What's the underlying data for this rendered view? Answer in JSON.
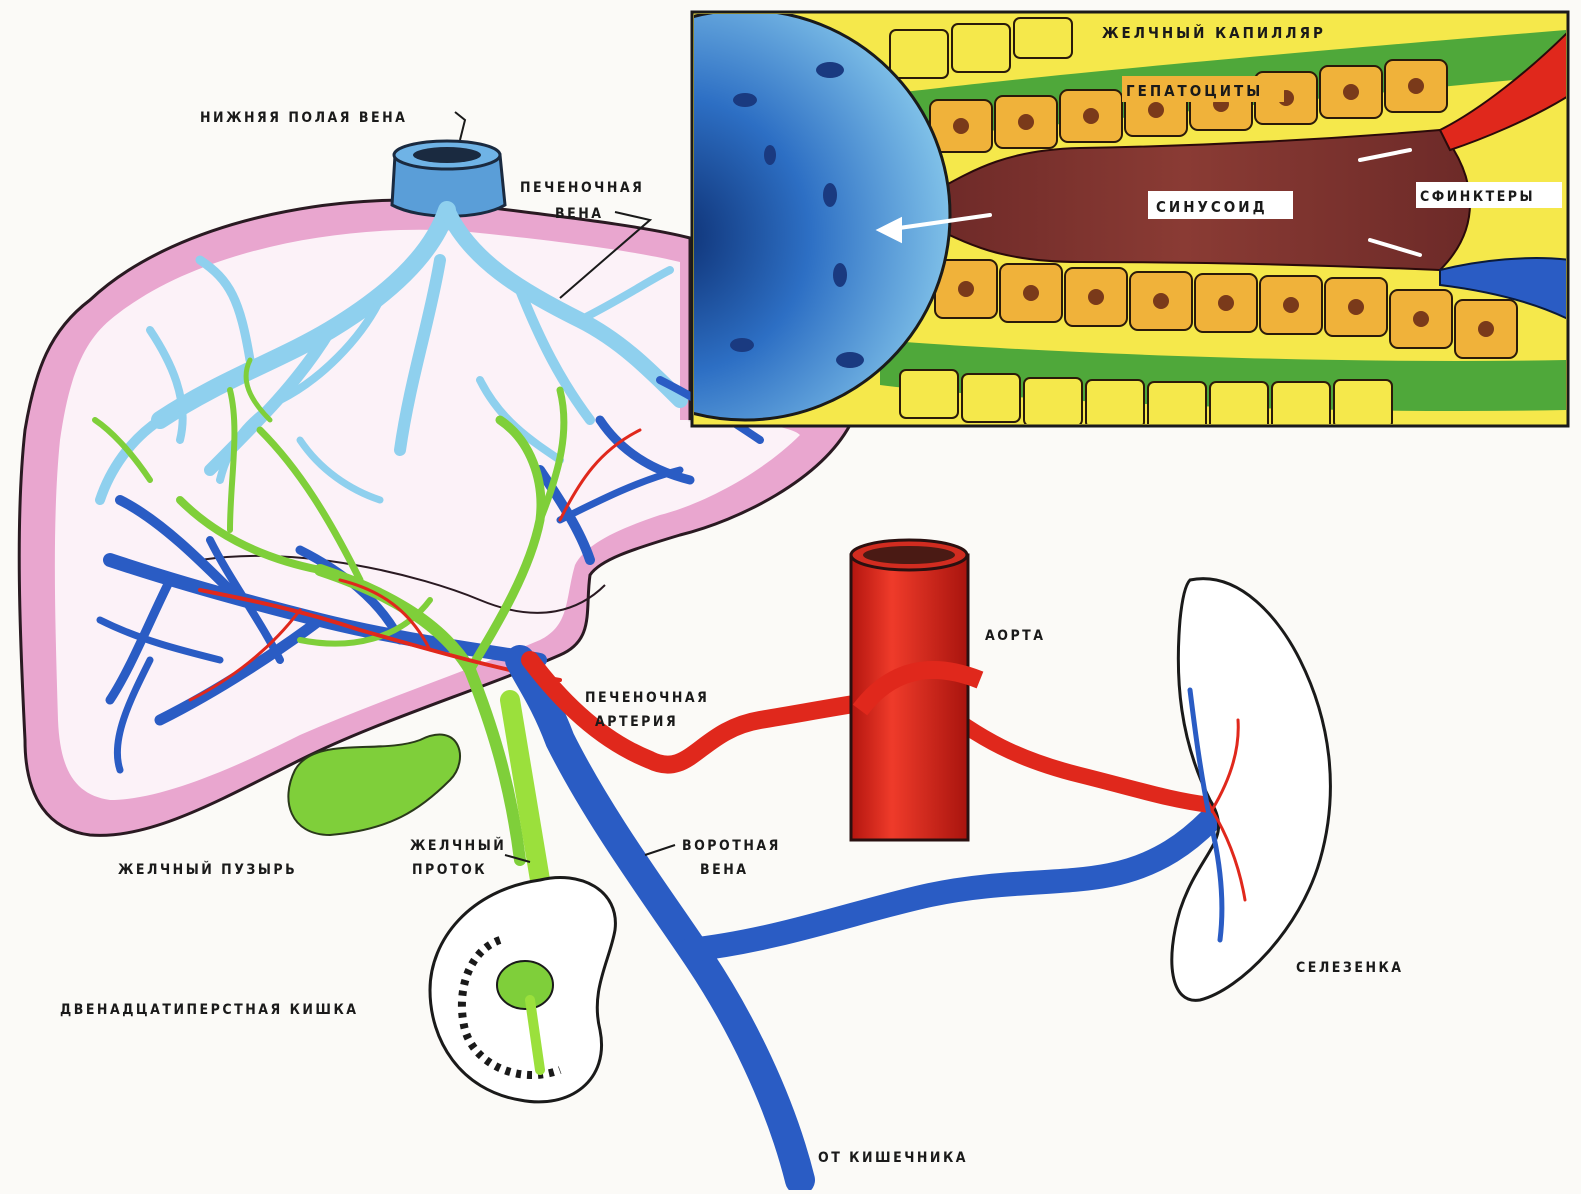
{
  "diagram": {
    "labels": {
      "ivc": "НИЖНЯЯ ПОЛАЯ ВЕНА",
      "hepatic_vein_1": "ПЕЧЕНОЧНАЯ",
      "hepatic_vein_2": "ВЕНА",
      "bile_capillary": "ЖЕЛЧНЫЙ КАПИЛЛЯР",
      "hepatocytes": "ГЕПАТОЦИТЫ",
      "sinusoid": "СИНУСОИД",
      "sphincters": "СФИНКТЕРЫ",
      "aorta": "АОРТА",
      "hepatic_artery_1": "ПЕЧЕНОЧНАЯ",
      "hepatic_artery_2": "АРТЕРИЯ",
      "gallbladder": "ЖЕЛЧНЫЙ ПУЗЫРЬ",
      "bile_duct_1": "ЖЕЛЧНЫЙ",
      "bile_duct_2": "ПРОТОК",
      "portal_vein_1": "ВОРОТНАЯ",
      "portal_vein_2": "ВЕНА",
      "spleen": "СЕЛЕЗЕНКА",
      "duodenum": "ДВЕНАДЦАТИПЕРСТНАЯ КИШКА",
      "from_intestine": "ОТ КИШЕЧНИКА"
    },
    "colors": {
      "liver_pink": "#e9a6cf",
      "hepatic_vein": "#8fd0ee",
      "portal_vein": "#2a5cc4",
      "artery": "#e0281c",
      "bile": "#7fcf3a",
      "hepatocyte": "#f0b23a",
      "sinusoid": "#7a2e2a"
    }
  }
}
